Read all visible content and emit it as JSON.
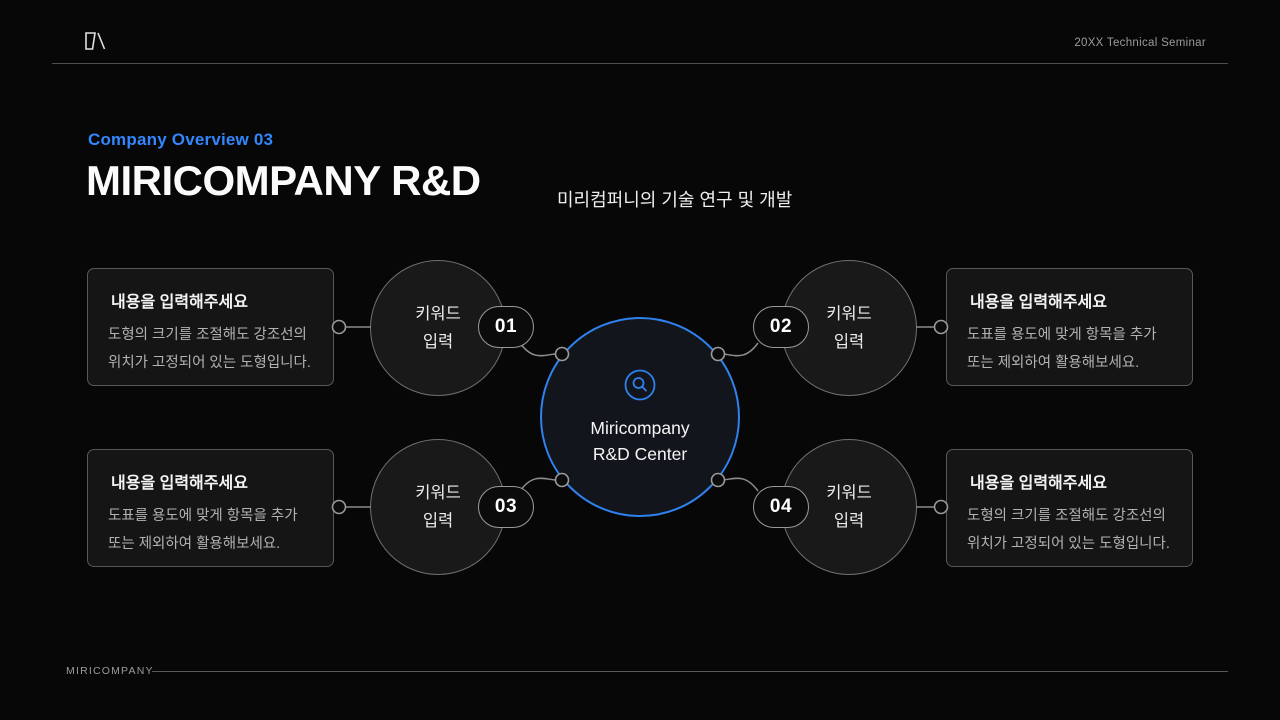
{
  "header": {
    "seminar_label": "20XX Technical Seminar"
  },
  "title": {
    "eyebrow": "Company Overview 03",
    "main": "MIRICOMPANY R&D",
    "subtitle": "미리컴퍼니의 기술 연구 및 개발"
  },
  "center": {
    "icon": "search-icon",
    "line1": "Miricompany",
    "line2": "R&D Center"
  },
  "nodes": [
    {
      "number": "01",
      "keyword_lines": [
        "키워드",
        "입력"
      ],
      "box_title": "내용을 입력해주세요",
      "body_lines": [
        "도형의 크기를 조절해도 강조선의",
        "위치가 고정되어 있는 도형입니다."
      ]
    },
    {
      "number": "02",
      "keyword_lines": [
        "키워드",
        "입력"
      ],
      "box_title": "내용을 입력해주세요",
      "body_lines": [
        "도표를 용도에 맞게 항목을 추가",
        "또는 제외하여 활용해보세요."
      ]
    },
    {
      "number": "03",
      "keyword_lines": [
        "키워드",
        "입력"
      ],
      "box_title": "내용을 입력해주세요",
      "body_lines": [
        "도표를 용도에 맞게 항목을 추가",
        "또는 제외하여 활용해보세요."
      ]
    },
    {
      "number": "04",
      "keyword_lines": [
        "키워드",
        "입력"
      ],
      "box_title": "내용을 입력해주세요",
      "body_lines": [
        "도형의 크기를 조절해도 강조선의",
        "위치가 고정되어 있는 도형입니다."
      ]
    }
  ],
  "footer": {
    "brand": "MIRICOMPANY"
  },
  "colors": {
    "background": "#070707",
    "accent_blue": "#3287fd",
    "circle_blue": "#2f81ed",
    "box_border": "#585858",
    "text_primary": "#f2f2f2",
    "text_secondary": "#b2b2b2",
    "text_muted": "#9b9b9b"
  }
}
